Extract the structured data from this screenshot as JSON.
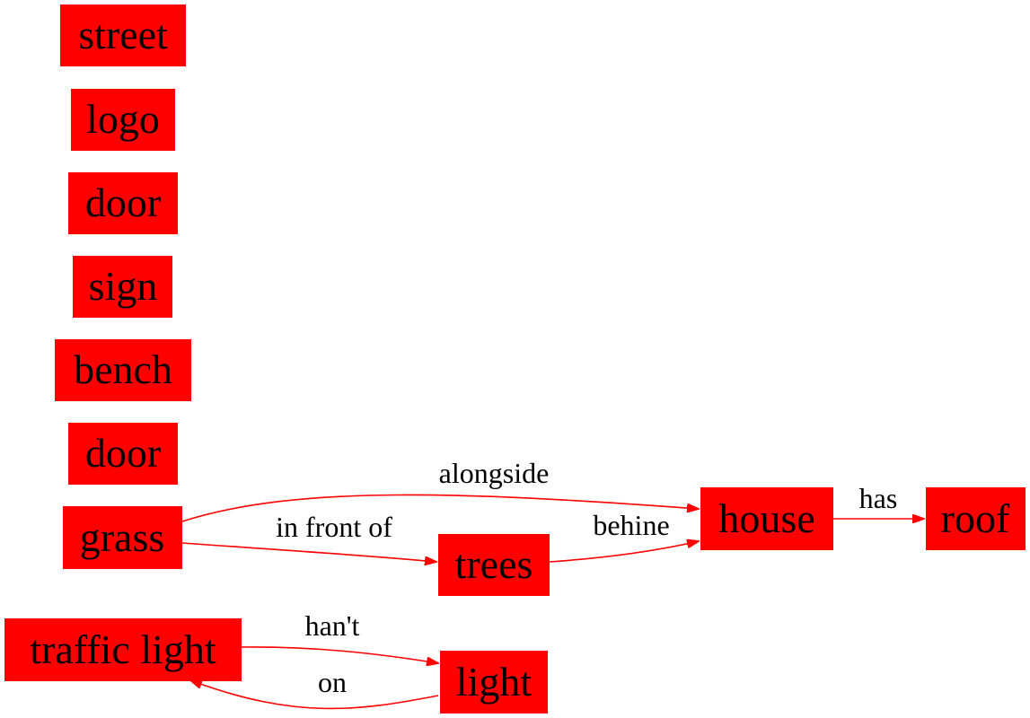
{
  "nodes": [
    {
      "id": "street",
      "label": "street"
    },
    {
      "id": "logo",
      "label": "logo"
    },
    {
      "id": "door1",
      "label": "door"
    },
    {
      "id": "sign",
      "label": "sign"
    },
    {
      "id": "bench",
      "label": "bench"
    },
    {
      "id": "door2",
      "label": "door"
    },
    {
      "id": "grass",
      "label": "grass"
    },
    {
      "id": "traffic_light",
      "label": "traffic light"
    },
    {
      "id": "trees",
      "label": "trees"
    },
    {
      "id": "light",
      "label": "light"
    },
    {
      "id": "house",
      "label": "house"
    },
    {
      "id": "roof",
      "label": "roof"
    }
  ],
  "edges": [
    {
      "id": "e_alongside",
      "from": "grass",
      "to": "house",
      "label": "alongside"
    },
    {
      "id": "e_infront",
      "from": "grass",
      "to": "trees",
      "label": "in front of"
    },
    {
      "id": "e_behine",
      "from": "trees",
      "to": "house",
      "label": "behine"
    },
    {
      "id": "e_has",
      "from": "house",
      "to": "roof",
      "label": "has"
    },
    {
      "id": "e_hant",
      "from": "traffic_light",
      "to": "light",
      "label": "han't"
    },
    {
      "id": "e_on",
      "from": "light",
      "to": "traffic_light",
      "label": "on"
    }
  ],
  "colors": {
    "node_fill": "#ff0000",
    "edge": "#ff0000",
    "text": "#000000",
    "background": "#ffffff"
  }
}
